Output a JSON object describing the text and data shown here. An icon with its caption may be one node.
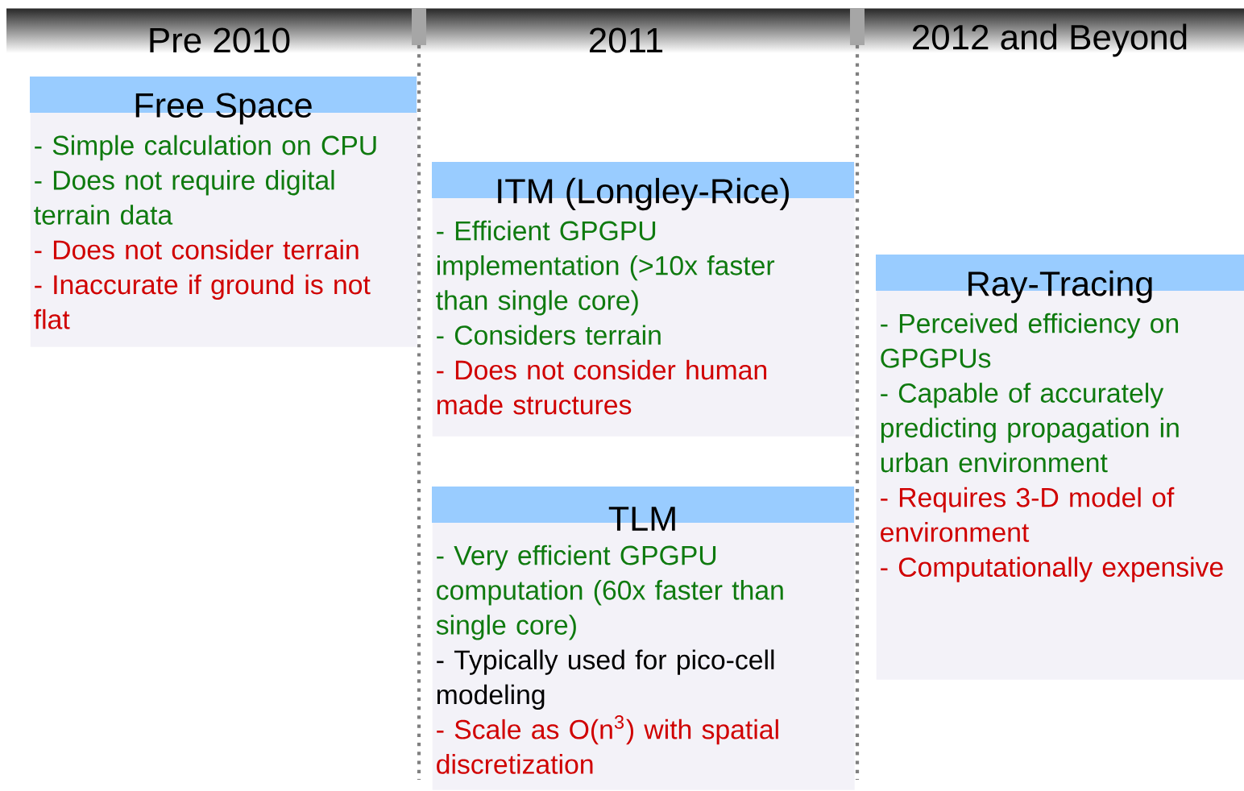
{
  "diagram": {
    "nodes": [
      {
        "text": [
          "Free Space",
          "- Simple calculation on CPU",
          "- Does not require digital terrain data",
          "- Does not consider terrain",
          "- Inaccurate if ground is not flat"
        ]
      },
      {
        "text": [
          "ITM (Longley-Rice)",
          "- Efficient GPGPU implementation (>10x faster than single core)",
          "- Considers terrain",
          "- Does not consider human made structures"
        ]
      },
      {
        "text": [
          "TLM",
          "- Very efficient GPGPU computation (60x faster than single core)",
          "- Typically used for pico-cell modeling",
          "- Scale as O(n$^{3}$) with spatial discretization"
        ]
      },
      {
        "text": [
          "Ray-Tracing",
          "- Perceived efficiency on GPGPUs",
          "- Capable of accurately predicting propagation in urban environment",
          "- Requires 3-D model of environment",
          "- Computationally expensive"
        ]
      }
    ],
    "labels": [
      "Pre 2010",
      "2011",
      "2012 and Beyond"
    ]
  }
}
